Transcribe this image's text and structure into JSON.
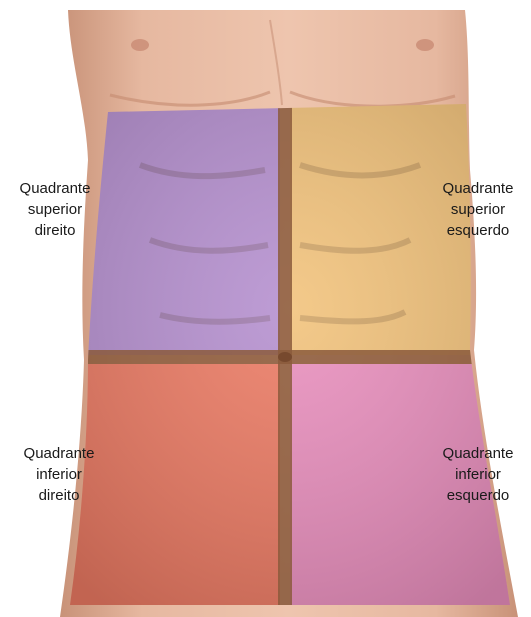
{
  "colors": {
    "background": "#ffffff",
    "skin": "#e4b59c",
    "skin_shadow": "#c58e74",
    "upper_right_quadrant": "#b58fcf",
    "upper_left_quadrant": "#f2c27a",
    "lower_right_quadrant": "#ec7a63",
    "lower_left_quadrant": "#ea8fbe",
    "divider": "#8b5a3c"
  },
  "labels": {
    "upper_right": [
      "Quadrante",
      "superior",
      "direito"
    ],
    "upper_left": [
      "Quadrante",
      "superior",
      "esquerdo"
    ],
    "lower_right": [
      "Quadrante",
      "inferior",
      "direito"
    ],
    "lower_left": [
      "Quadrante",
      "inferior",
      "esquerdo"
    ]
  }
}
